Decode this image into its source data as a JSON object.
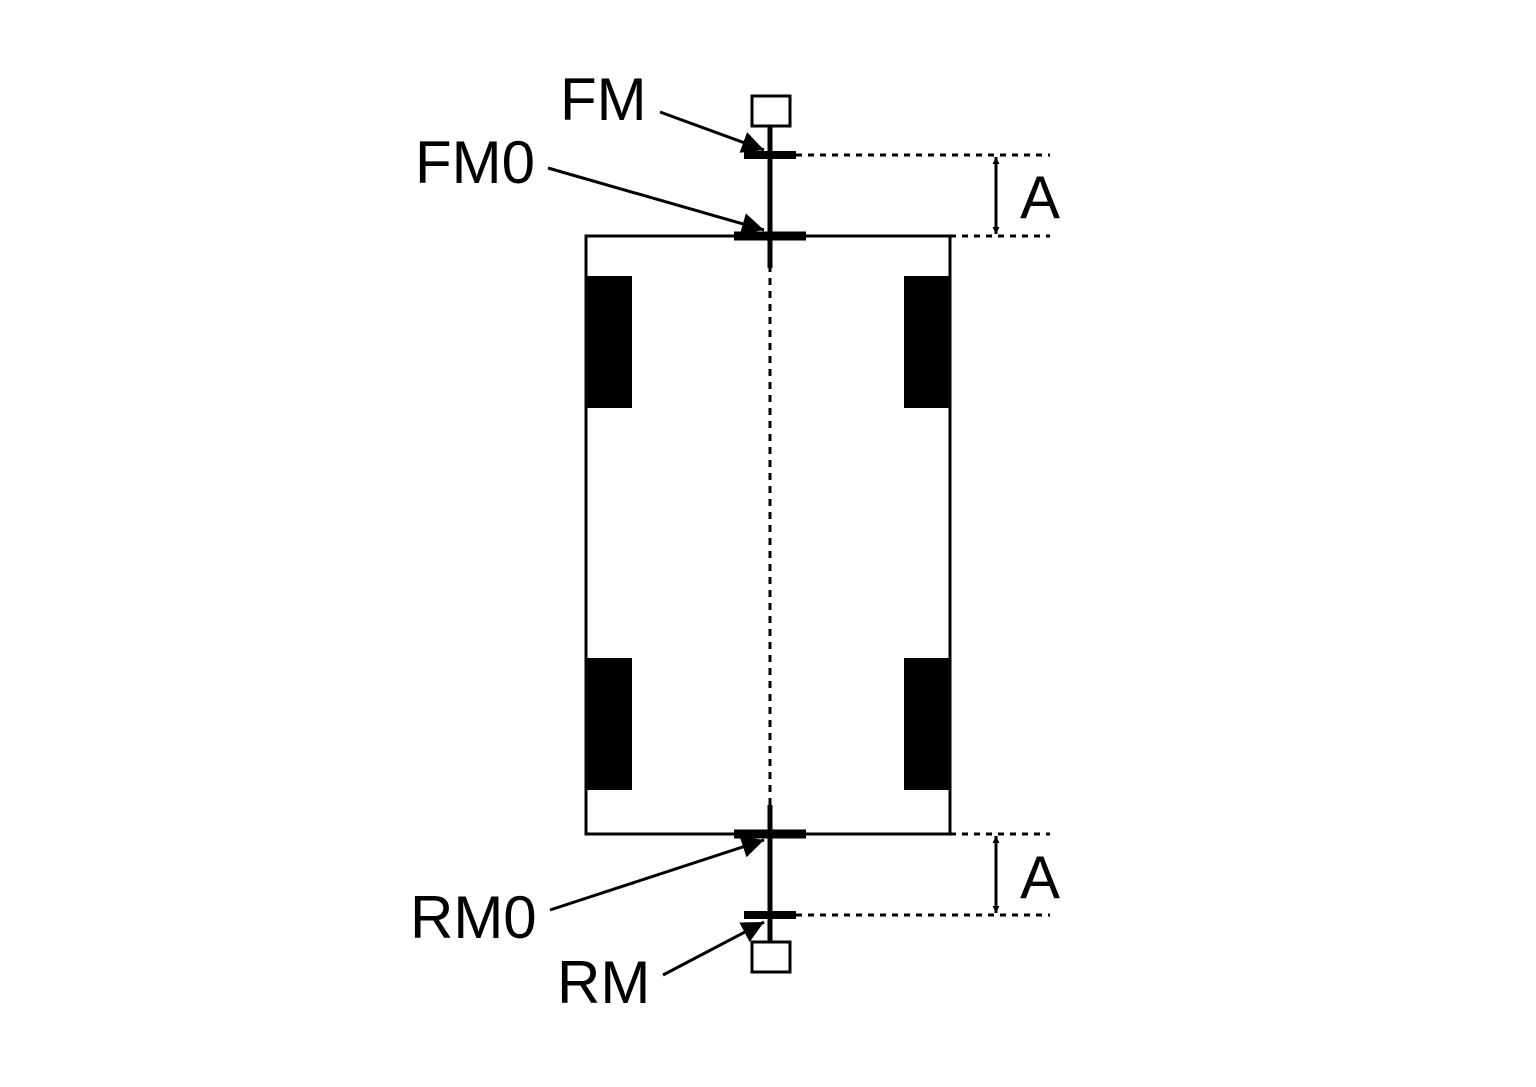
{
  "labels": {
    "fm": "FM",
    "fm0": "FM0",
    "rm0": "RM0",
    "rm": "RM",
    "dimension_top": "A",
    "dimension_bottom": "A"
  },
  "colors": {
    "ink": "#000000",
    "background": "#ffffff"
  }
}
